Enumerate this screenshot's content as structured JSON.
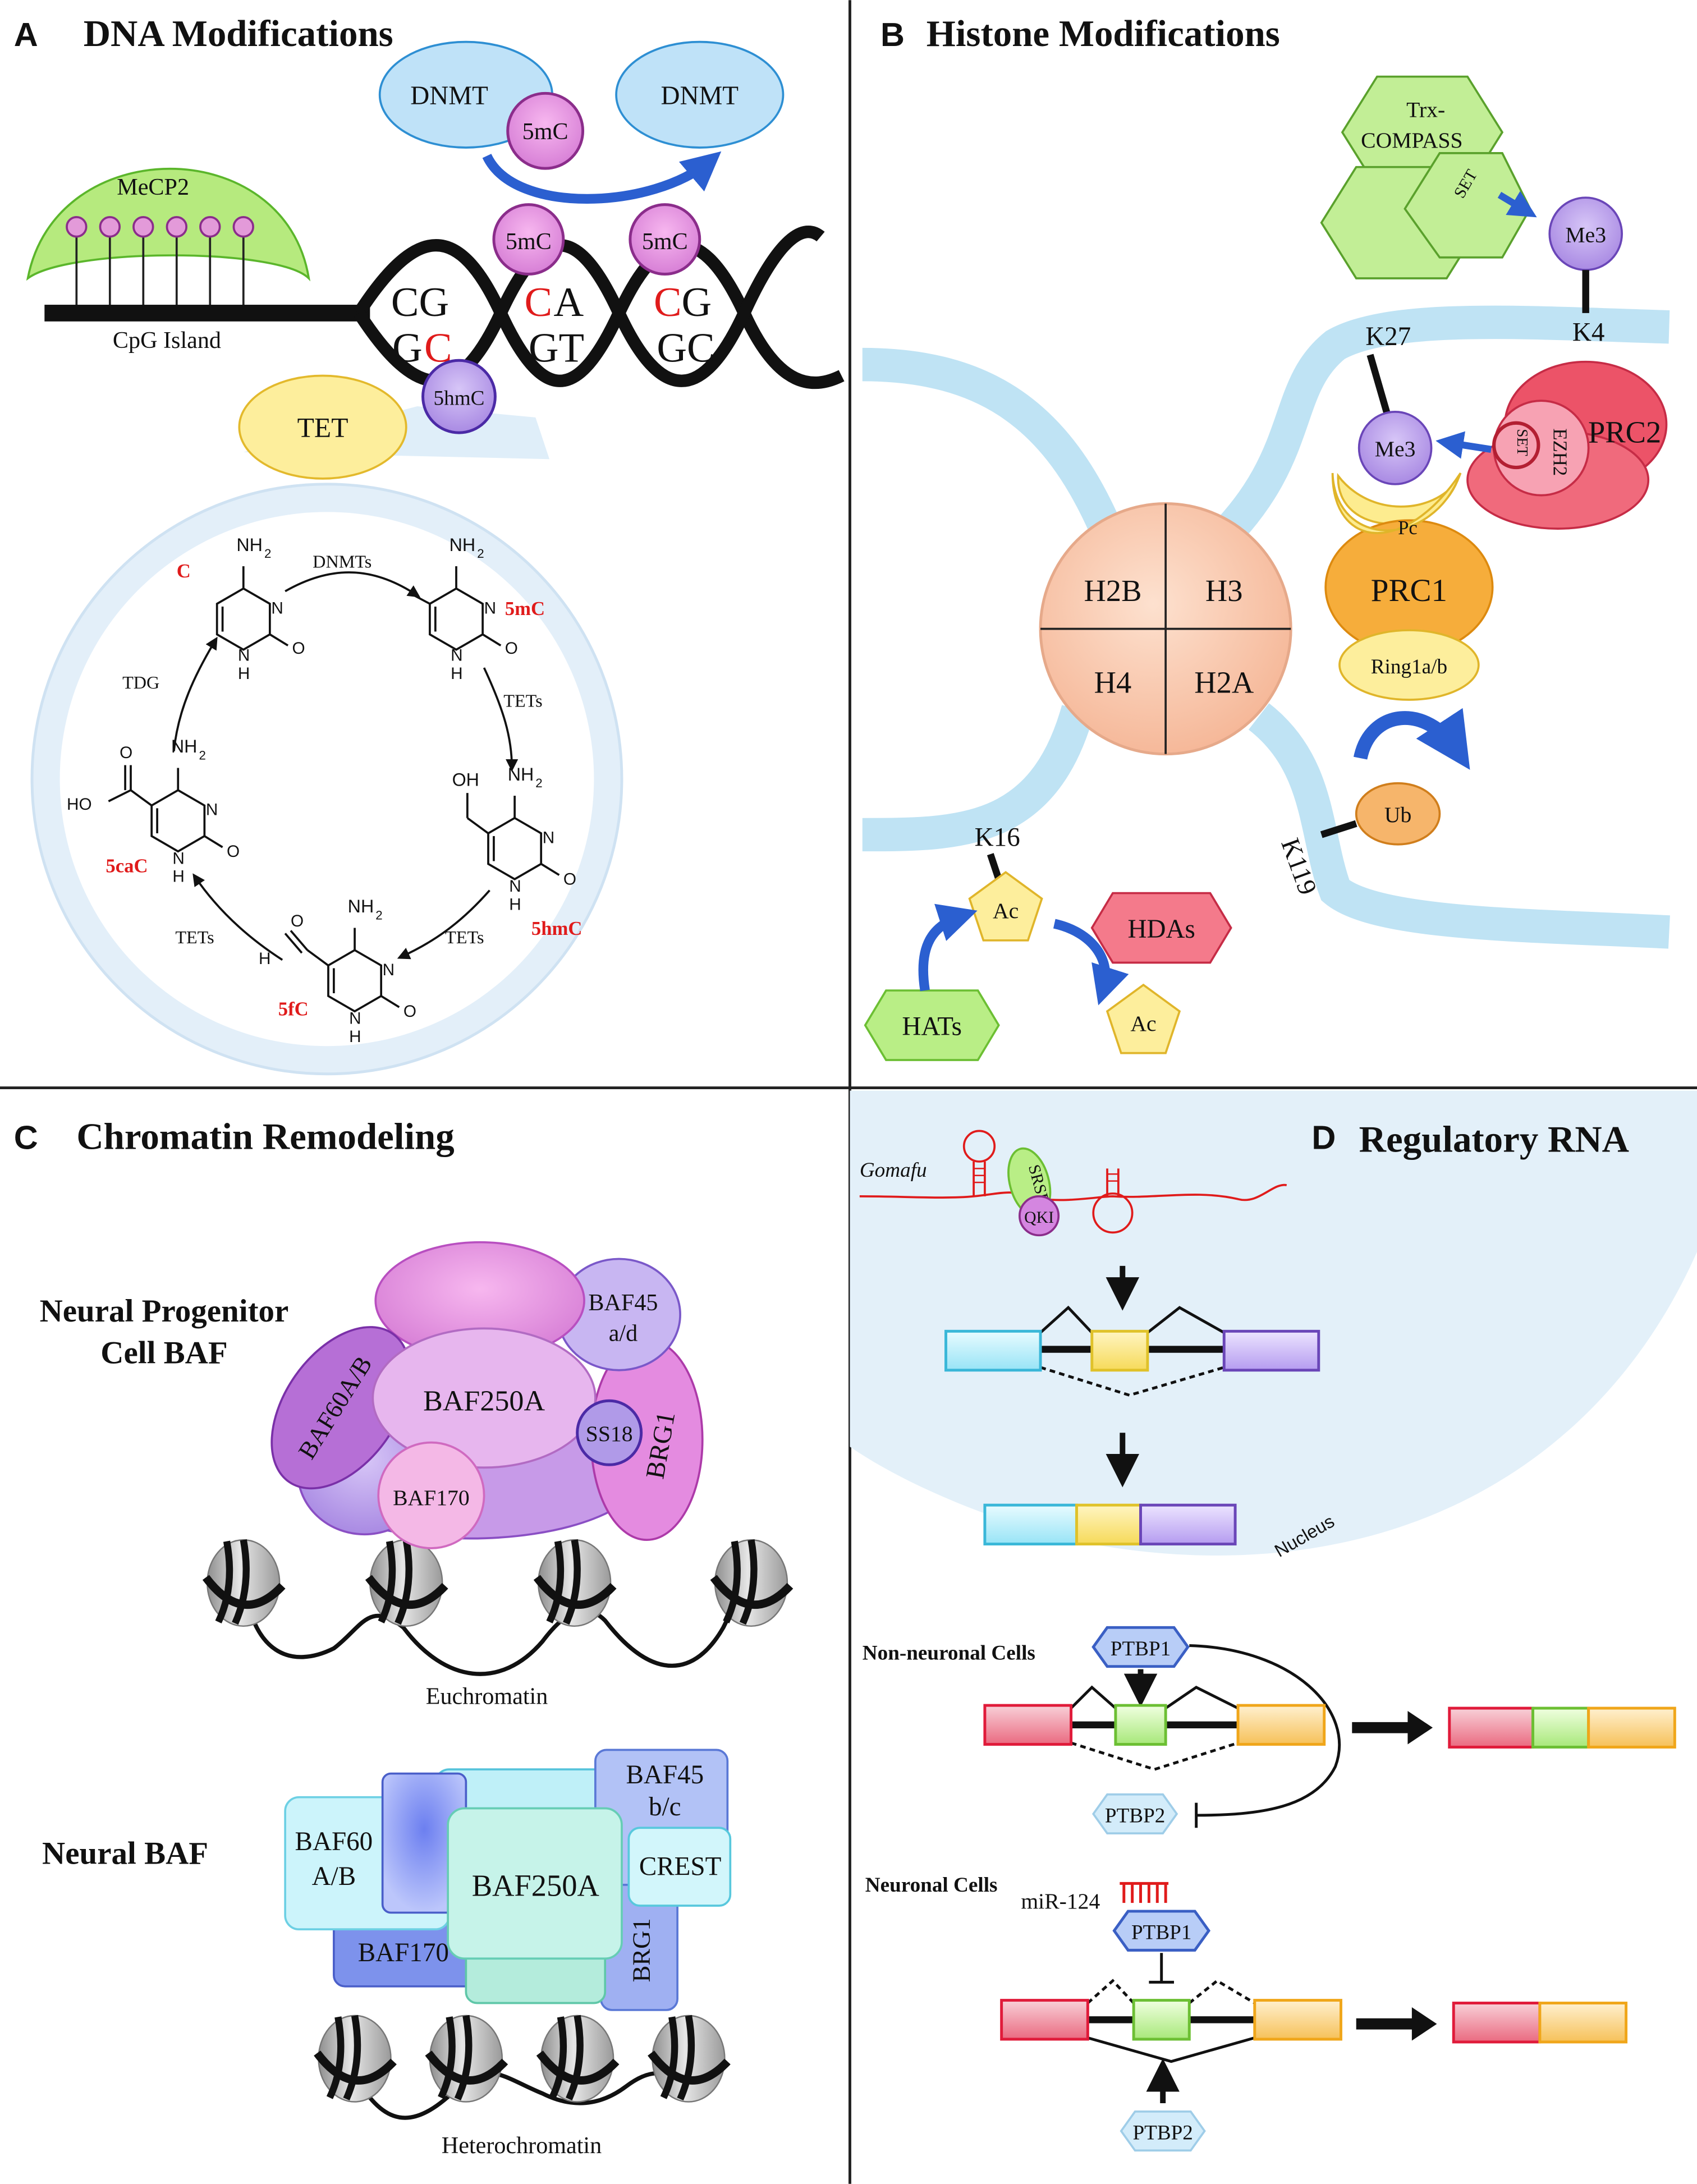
{
  "panels": {
    "a": {
      "letter": "A",
      "title": "DNA Modifications"
    },
    "b": {
      "letter": "B",
      "title": "Histone Modifications"
    },
    "c": {
      "letter": "C",
      "title": "Chromatin Remodeling"
    },
    "d": {
      "letter": "D",
      "title": "Regulatory RNA"
    }
  },
  "dna": {
    "mecp2": "MeCP2",
    "cpg_island": "CpG Island",
    "dnmt_left": "DNMT",
    "dnmt_right": "DNMT",
    "mark_5mc": "5mC",
    "mark_5hmc": "5hmC",
    "tet": "TET",
    "pair1_top": "CG",
    "pair1_bottom_g": "G",
    "pair1_bottom_c": "C",
    "pair2_top_c": "C",
    "pair2_top_a": "A",
    "pair2_bottom": "GT",
    "pair3_top_c": "C",
    "pair3_top_g": "G",
    "pair3_bottom": "GC",
    "cycle": {
      "c": "C",
      "m5c": "5mC",
      "hm5c": "5hmC",
      "f5c": "5fC",
      "ca5c": "5caC",
      "dnmts": "DNMTs",
      "tets1": "TETs",
      "tets2": "TETs",
      "tets3": "TETs",
      "tdg": "TDG",
      "nh2": "NH",
      "sub2": "2",
      "n": "N",
      "o": "O",
      "h": "H",
      "oh": "OH",
      "ho": "HO"
    }
  },
  "histone": {
    "trx_line1": "Trx-",
    "trx_line2": "COMPASS",
    "set_trx": "SET",
    "me3_top": "Me3",
    "k4": "K4",
    "k27": "K27",
    "me3_mid": "Me3",
    "prc2": "PRC2",
    "ezh2": "EZH2",
    "set_prc2": "SET",
    "pc": "Pc",
    "prc1": "PRC1",
    "ring": "Ring1a/b",
    "h2b": "H2B",
    "h3": "H3",
    "h4": "H4",
    "h2a": "H2A",
    "k16": "K16",
    "ac_top": "Ac",
    "ac_bottom": "Ac",
    "hdas": "HDAs",
    "hats": "HATs",
    "ub": "Ub",
    "k119": "K119"
  },
  "chromatin": {
    "npc_line1": "Neural Progenitor",
    "npc_line2": "Cell BAF",
    "baf45ad_1": "BAF45",
    "baf45ad_2": "a/d",
    "baf60ab": "BAF60A/B",
    "baf250a_top": "BAF250A",
    "ss18": "SS18",
    "brg1_top": "BRG1",
    "baf170_top": "BAF170",
    "euchromatin": "Euchromatin",
    "neural_baf": "Neural BAF",
    "baf45bc_1": "BAF45",
    "baf45bc_2": "b/c",
    "crest": "CREST",
    "baf60_1": "BAF60",
    "baf60_2": "A/B",
    "baf250a_bottom": "BAF250A",
    "baf170_bottom": "BAF170",
    "brg1_bottom": "BRG1",
    "heterochromatin": "Heterochromatin"
  },
  "rna": {
    "gomafu": "Gomafu",
    "srsf": "SRSF",
    "qki": "QKI",
    "nucleus": "Nucleus",
    "non_neuronal": "Non-neuronal Cells",
    "ptbp1_a": "PTBP1",
    "ptbp2_a": "PTBP2",
    "neuronal": "Neuronal Cells",
    "mir124": "miR-124",
    "ptbp1_b": "PTBP1",
    "ptbp2_b": "PTBP2"
  }
}
